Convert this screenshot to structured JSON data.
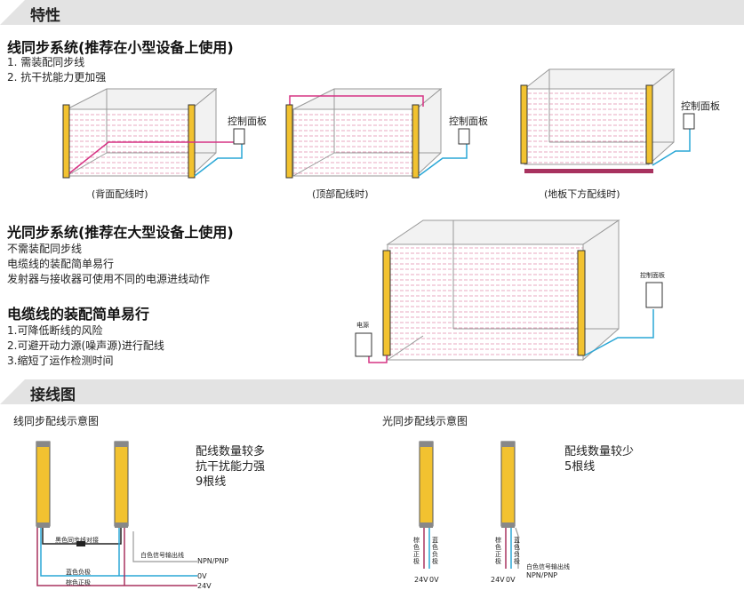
{
  "sections": {
    "features_title": "特性",
    "wiring_title": "接线图"
  },
  "wire_sync": {
    "heading": "线同步系统(推荐在小型设备上使用)",
    "points": [
      "1. 需装配同步线",
      "2. 抗干扰能力更加强"
    ],
    "control_panel": "控制面板",
    "captions": [
      "(背面配线时)",
      "(顶部配线时)",
      "(地板下方配线时)"
    ]
  },
  "optical_sync": {
    "heading": "光同步系统(推荐在大型设备上使用)",
    "points": [
      "不需装配同步线",
      "电缆线的装配简单易行",
      "发射器与接收器可使用不同的电源进线动作"
    ],
    "control_panel": "控制面板",
    "power": "电源"
  },
  "cable": {
    "heading": "电缆线的装配简单易行",
    "points": [
      "1.可降低断线的风险",
      "2.可避开动力源(噪声源)进行配线",
      "3.缩短了运作检测时间"
    ]
  },
  "diagram_left": {
    "title": "线同步配线示意图",
    "notes": [
      "配线数量较多",
      "抗干扰能力强",
      "9根线"
    ],
    "sync_wire": "黑色同步线对接",
    "signal": "白色信号输出线",
    "npn": "NPN/PNP",
    "blue": "蓝色负极",
    "brown": "棕色正极",
    "v0": "0V",
    "v24": "24V"
  },
  "diagram_right": {
    "title": "光同步配线示意图",
    "notes": [
      "配线数量较少",
      "5根线"
    ],
    "brown_vert": "棕色正极",
    "blue_vert": "蓝色负极",
    "v24": "24V",
    "v0": "0V",
    "signal": "白色信号输出线",
    "npn": "NPN/PNP"
  }
}
